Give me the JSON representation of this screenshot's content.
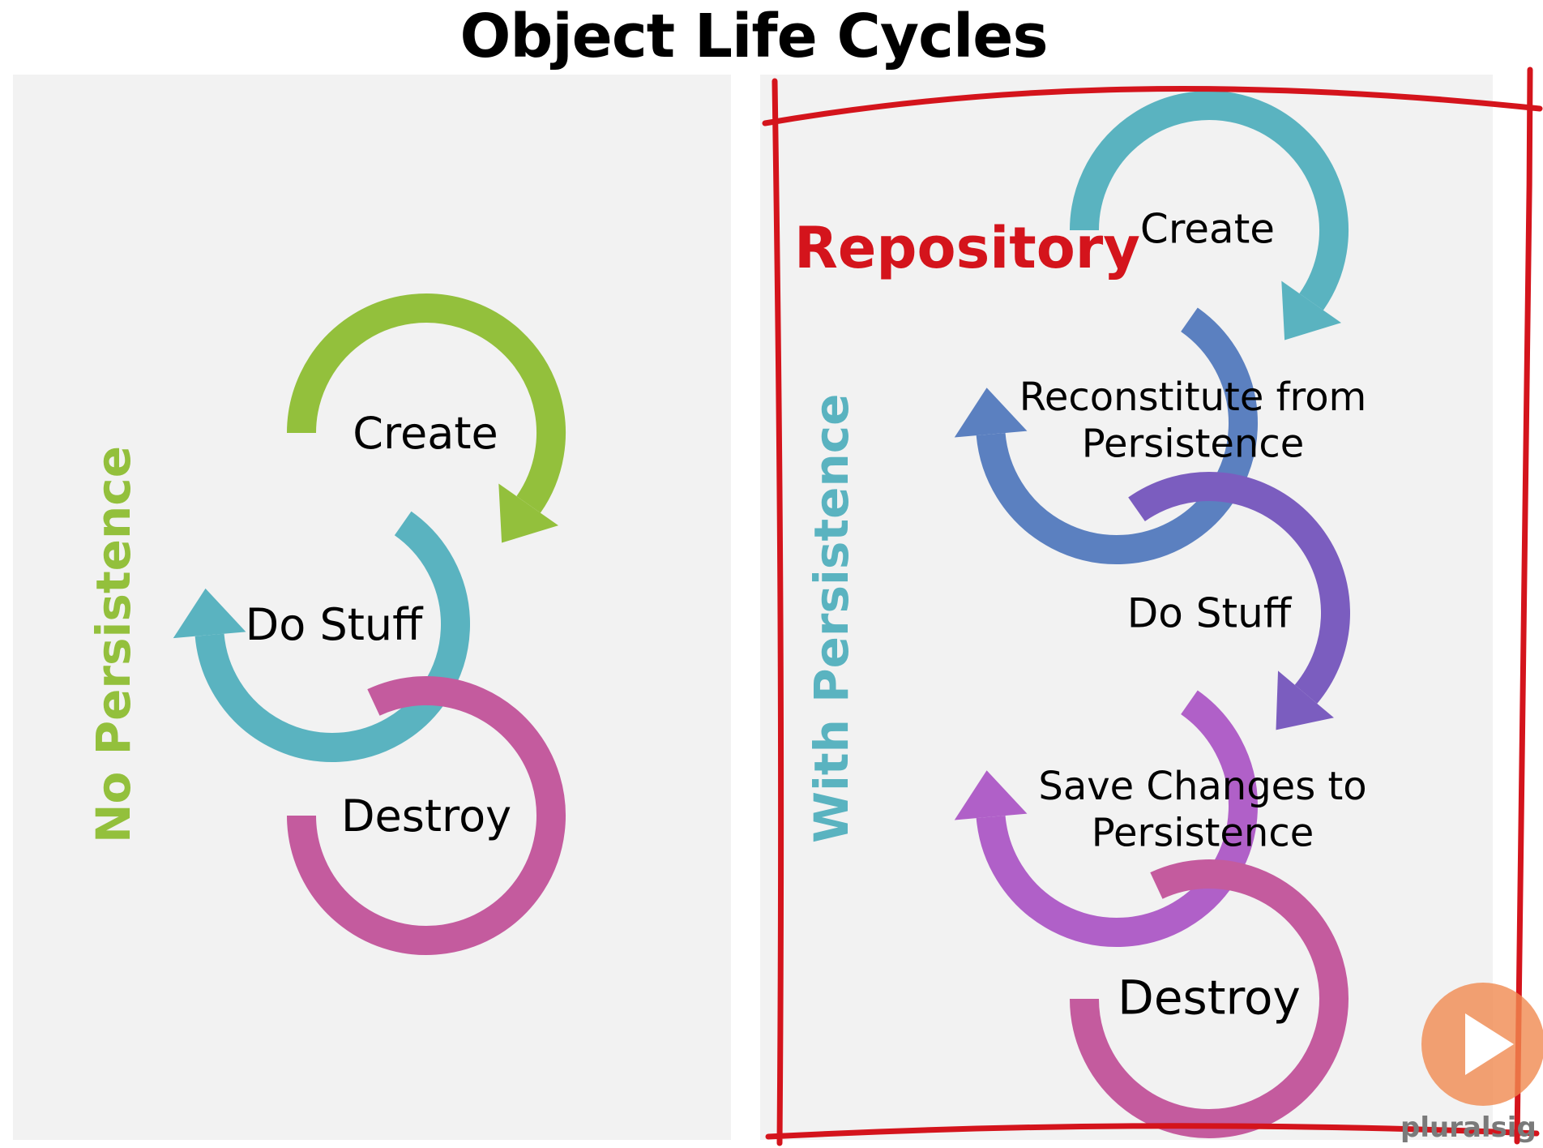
{
  "title": "Object Life Cycles",
  "colors": {
    "panel_bg": "#f2f2f2",
    "green": "#93c03c",
    "teal": "#5ab3c0",
    "magenta": "#c45b9e",
    "blue": "#5b80c0",
    "purple": "#7b5dbf",
    "violet": "#b060c8",
    "red": "#d4141c",
    "brand_orange": "#f08a50"
  },
  "left_panel": {
    "side_label": "No Persistence",
    "steps": [
      {
        "label_lines": [
          "Create"
        ],
        "color": "green"
      },
      {
        "label_lines": [
          "Do Stuff"
        ],
        "color": "teal"
      },
      {
        "label_lines": [
          "Destroy"
        ],
        "color": "magenta"
      }
    ]
  },
  "right_panel": {
    "side_label": "With Persistence",
    "annotation": "Repository",
    "steps": [
      {
        "label_lines": [
          "Create"
        ],
        "color": "teal"
      },
      {
        "label_lines": [
          "Reconstitute from",
          "Persistence"
        ],
        "color": "blue"
      },
      {
        "label_lines": [
          "Do Stuff"
        ],
        "color": "purple"
      },
      {
        "label_lines": [
          "Save Changes to",
          "Persistence"
        ],
        "color": "violet"
      },
      {
        "label_lines": [
          "Destroy"
        ],
        "color": "magenta"
      }
    ]
  },
  "brand": {
    "icon": "play-icon",
    "text": "pluralsig"
  }
}
